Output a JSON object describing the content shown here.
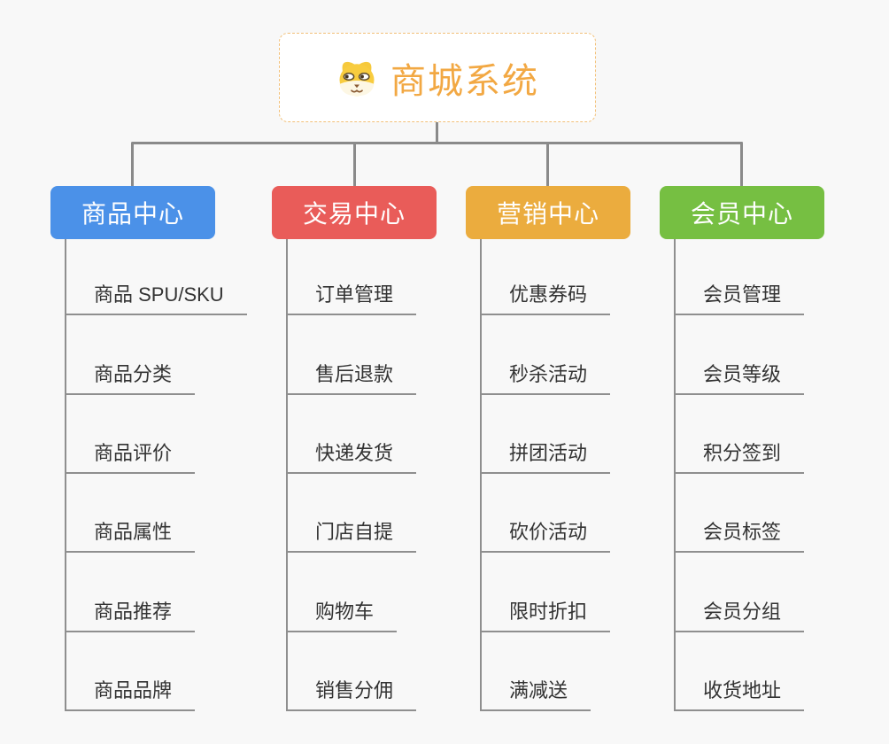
{
  "root": {
    "title": "商城系统",
    "icon": "dog-face-icon",
    "title_color": "#f2a843",
    "border_color": "#f2c079"
  },
  "style": {
    "background_color": "#f8f8f8",
    "connector_color": "#8a8a8a",
    "leaf_text_color": "#333333"
  },
  "branches": [
    {
      "label": "商品中心",
      "color": "#4b91e8",
      "children": [
        "商品 SPU/SKU",
        "商品分类",
        "商品评价",
        "商品属性",
        "商品推荐",
        "商品品牌"
      ]
    },
    {
      "label": "交易中心",
      "color": "#e95c59",
      "children": [
        "订单管理",
        "售后退款",
        "快递发货",
        "门店自提",
        "购物车",
        "销售分佣"
      ]
    },
    {
      "label": "营销中心",
      "color": "#ebac3e",
      "children": [
        "优惠券码",
        "秒杀活动",
        "拼团活动",
        "砍价活动",
        "限时折扣",
        "满减送"
      ]
    },
    {
      "label": "会员中心",
      "color": "#76bf42",
      "children": [
        "会员管理",
        "会员等级",
        "积分签到",
        "会员标签",
        "会员分组",
        "收货地址"
      ]
    }
  ]
}
